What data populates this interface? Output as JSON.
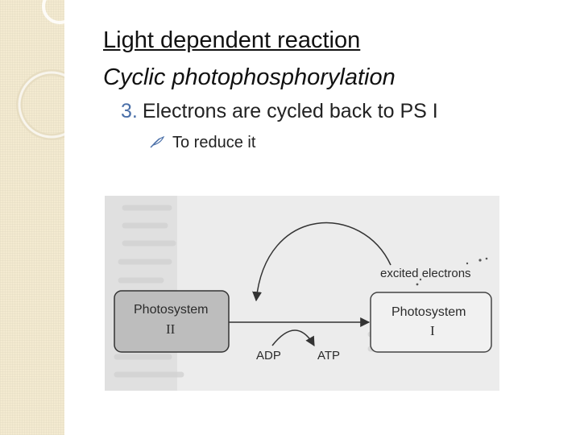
{
  "slide": {
    "title_line1": "Light dependent reaction",
    "title_line2": "Cyclic photophosphorylation",
    "point": {
      "number": "3.",
      "text": "Electrons are cycled back to PS I"
    },
    "subpoint": {
      "icon": "feather-bullet-icon",
      "text": "To reduce it"
    }
  },
  "diagram": {
    "photosystem_left": {
      "label": "Photosystem",
      "numeral": "II"
    },
    "photosystem_right": {
      "label": "Photosystem",
      "numeral": "I"
    },
    "excited_label": "excited electrons",
    "adp_label": "ADP",
    "atp_label": "ATP"
  },
  "colors": {
    "accent": "#4a6fa8",
    "band": "#f3ead0",
    "box_dark": "#bdbdbd",
    "box_light": "#efefef"
  }
}
